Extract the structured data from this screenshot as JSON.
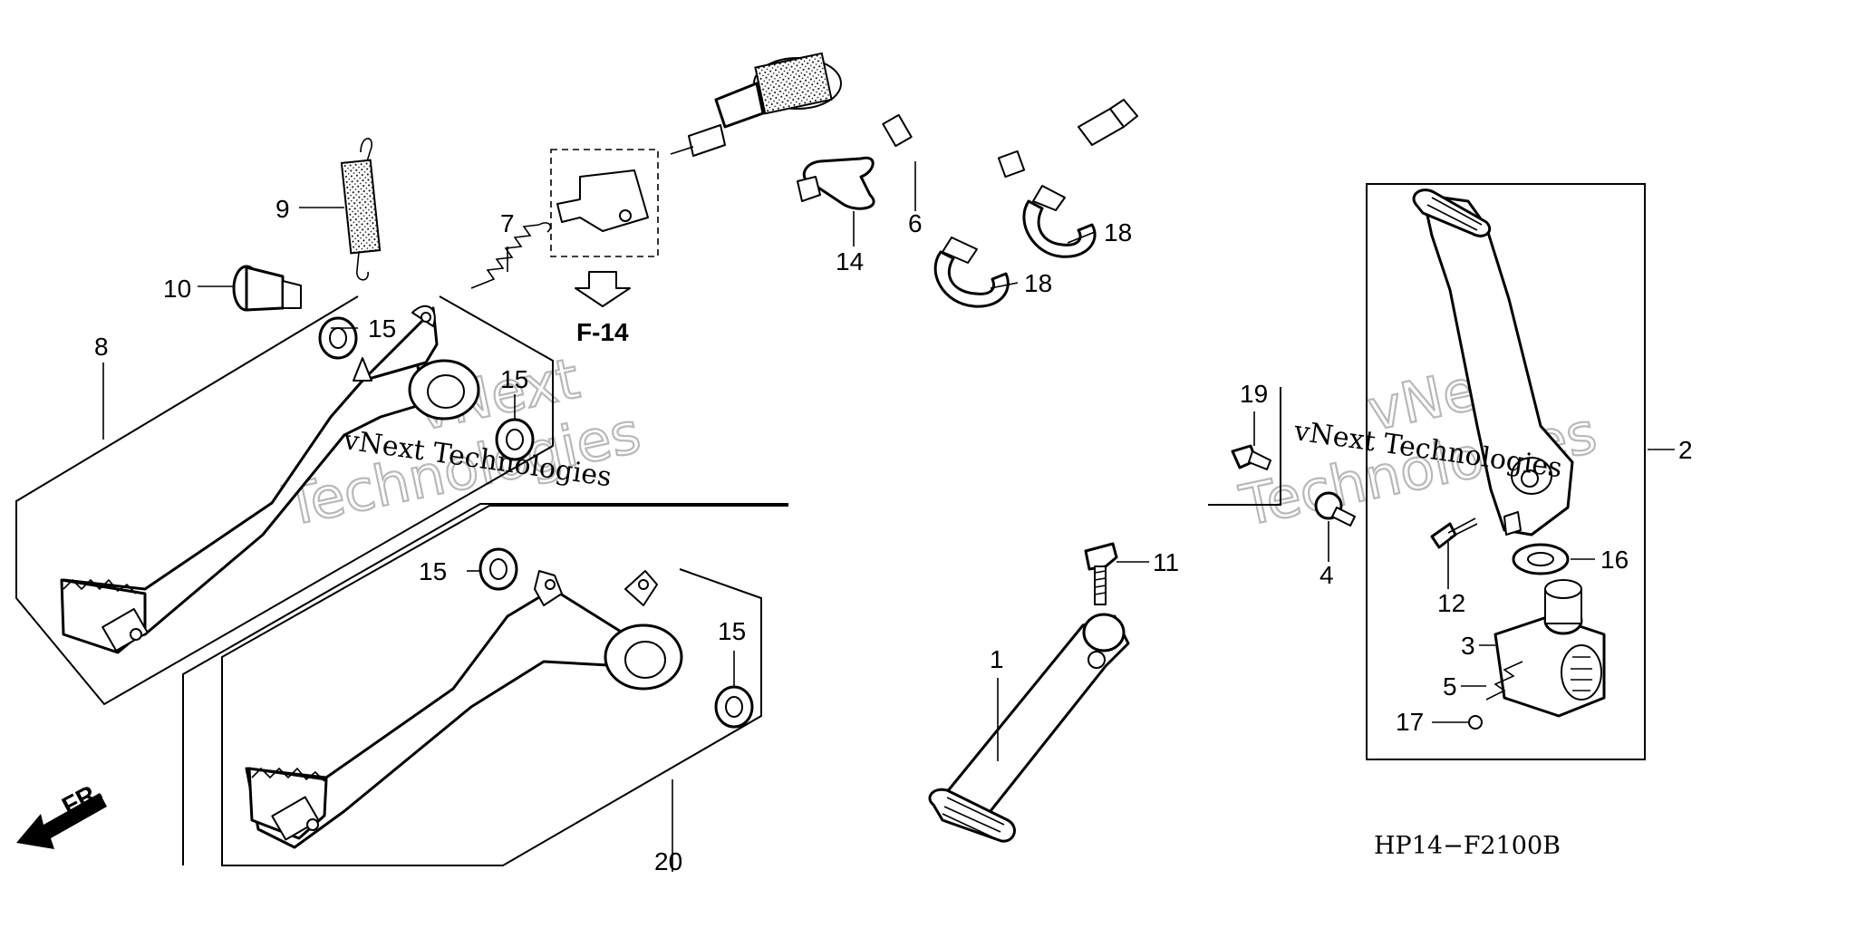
{
  "diagram": {
    "callouts": {
      "c1": "1",
      "c2": "2",
      "c3": "3",
      "c4": "4",
      "c5": "5",
      "c6": "6",
      "c7": "7",
      "c8": "8",
      "c9": "9",
      "c10": "10",
      "c11": "11",
      "c12": "12",
      "c14": "14",
      "c15a": "15",
      "c15b": "15",
      "c15c": "15",
      "c15d": "15",
      "c16": "16",
      "c17": "17",
      "c18a": "18",
      "c18b": "18",
      "c19": "19",
      "c20": "20"
    },
    "reference": "F-14",
    "direction": "FR.",
    "diagram_code": "HP14−F2100B",
    "watermark": {
      "line1": "vNext Technologies",
      "big_top": "vNext",
      "big_bottom": "Technologies"
    }
  }
}
